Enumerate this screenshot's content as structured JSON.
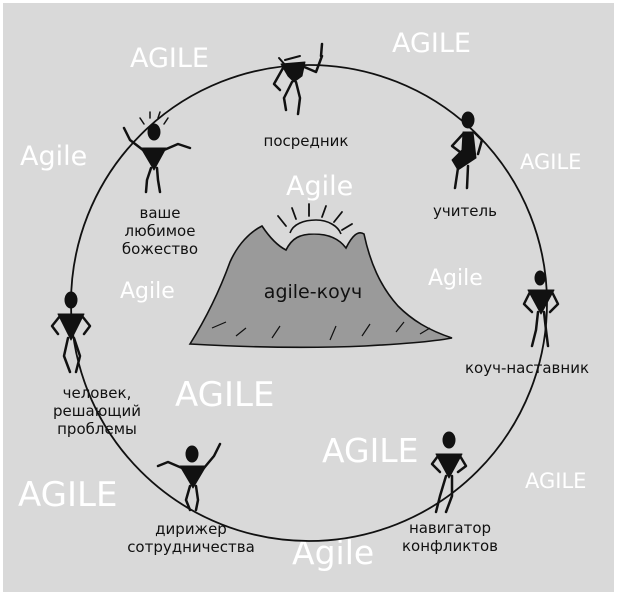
{
  "center": {
    "label": "agile-коуч"
  },
  "roles": {
    "mediator": "посредник",
    "teacher": "учитель",
    "coach_mentor": "коуч-наставник",
    "conflict_navigator": "навигатор\nконфликтов",
    "collaboration_conductor": "дирижер\nсотрудничества",
    "problem_solver": "человек,\nрешающий\nпроблемы",
    "beloved_deity": "ваше\nлюбимое\nбожество"
  },
  "watermarks": [
    "AGILE",
    "AGILE",
    "Agile",
    "AGILE",
    "Agile",
    "Agile",
    "Agile",
    "AGILE",
    "AGILE",
    "AGILE",
    "Agile",
    "AGILE"
  ],
  "colors": {
    "background": "#d9d9d9",
    "watermark": "#ffffff",
    "ink": "#111111",
    "mountain": "#9a9a9a"
  }
}
